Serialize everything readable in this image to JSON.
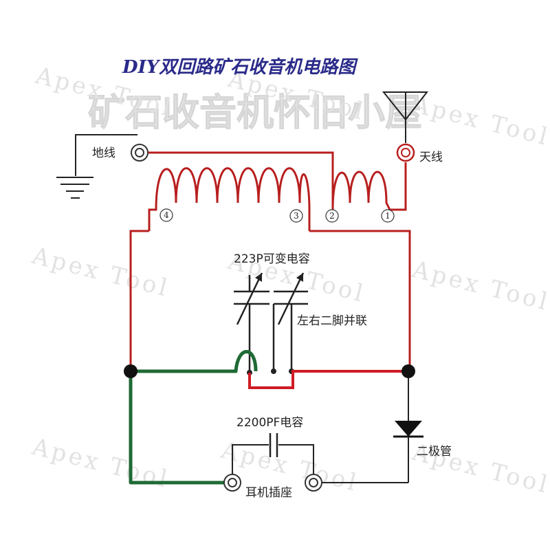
{
  "title": "DIY双回路矿石收音机电路图",
  "watermark": {
    "main": "矿石收音机怀旧小屋",
    "brand": "Apex Tool"
  },
  "labels": {
    "ground": "地线",
    "antenna": "天线",
    "variable_capacitor": "223P可变电容",
    "parallel_note": "左右二脚并联",
    "fixed_capacitor": "2200PF电容",
    "diode": "二极管",
    "earphone_jack": "耳机插座"
  },
  "coil_pins": [
    "4",
    "3",
    "2",
    "1"
  ],
  "colors": {
    "wire_red": "#b81e1e",
    "wire_green": "#1f6a35",
    "wire_black": "#222222",
    "title": "#2a2a8a"
  }
}
